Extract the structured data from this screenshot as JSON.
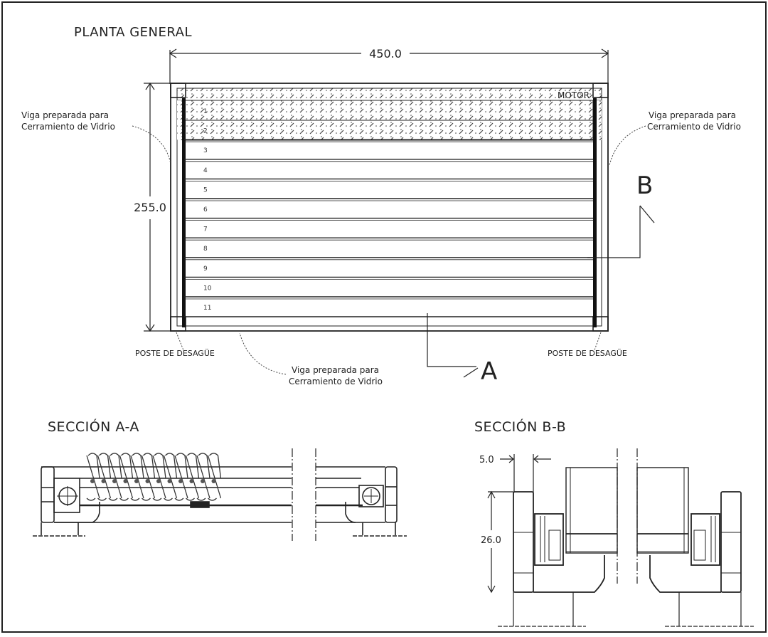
{
  "drawing": {
    "plan": {
      "title": "PLANTA GENERAL",
      "width_dim": "450.0",
      "height_dim": "255.0",
      "motor_label": "MOTOR",
      "beam_note_line1": "Viga preparada para",
      "beam_note_line2": "Cerramiento de Vidrio",
      "drain_post_label": "POSTE DE DESAGÜE",
      "lamellas": [
        "1",
        "2",
        "3",
        "4",
        "5",
        "6",
        "7",
        "8",
        "9",
        "10",
        "11"
      ],
      "section_marker_a": "A",
      "section_marker_b": "B"
    },
    "section_aa": {
      "title": "SECCIÓN A-A"
    },
    "section_bb": {
      "title": "SECCIÓN B-B",
      "dim_width": "5.0",
      "dim_height": "26.0"
    }
  }
}
